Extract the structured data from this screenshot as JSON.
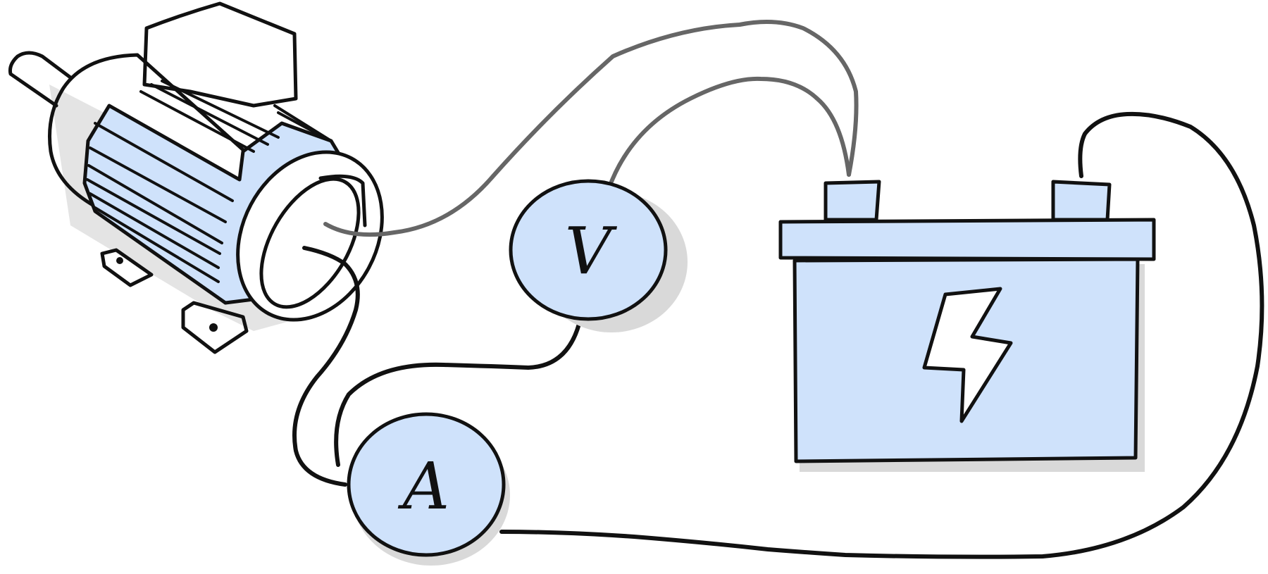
{
  "diagram": {
    "voltmeter": {
      "label": "V"
    },
    "ammeter": {
      "label": "A"
    },
    "battery": {
      "symbol": "lightning-bolt"
    },
    "motor": {
      "symbol": "electric-motor"
    }
  },
  "colors": {
    "fill": "#cfe2fb",
    "ink": "#111111",
    "wire_gray": "#666666",
    "shadow": "#d9d9d9",
    "background": "#ffffff"
  }
}
